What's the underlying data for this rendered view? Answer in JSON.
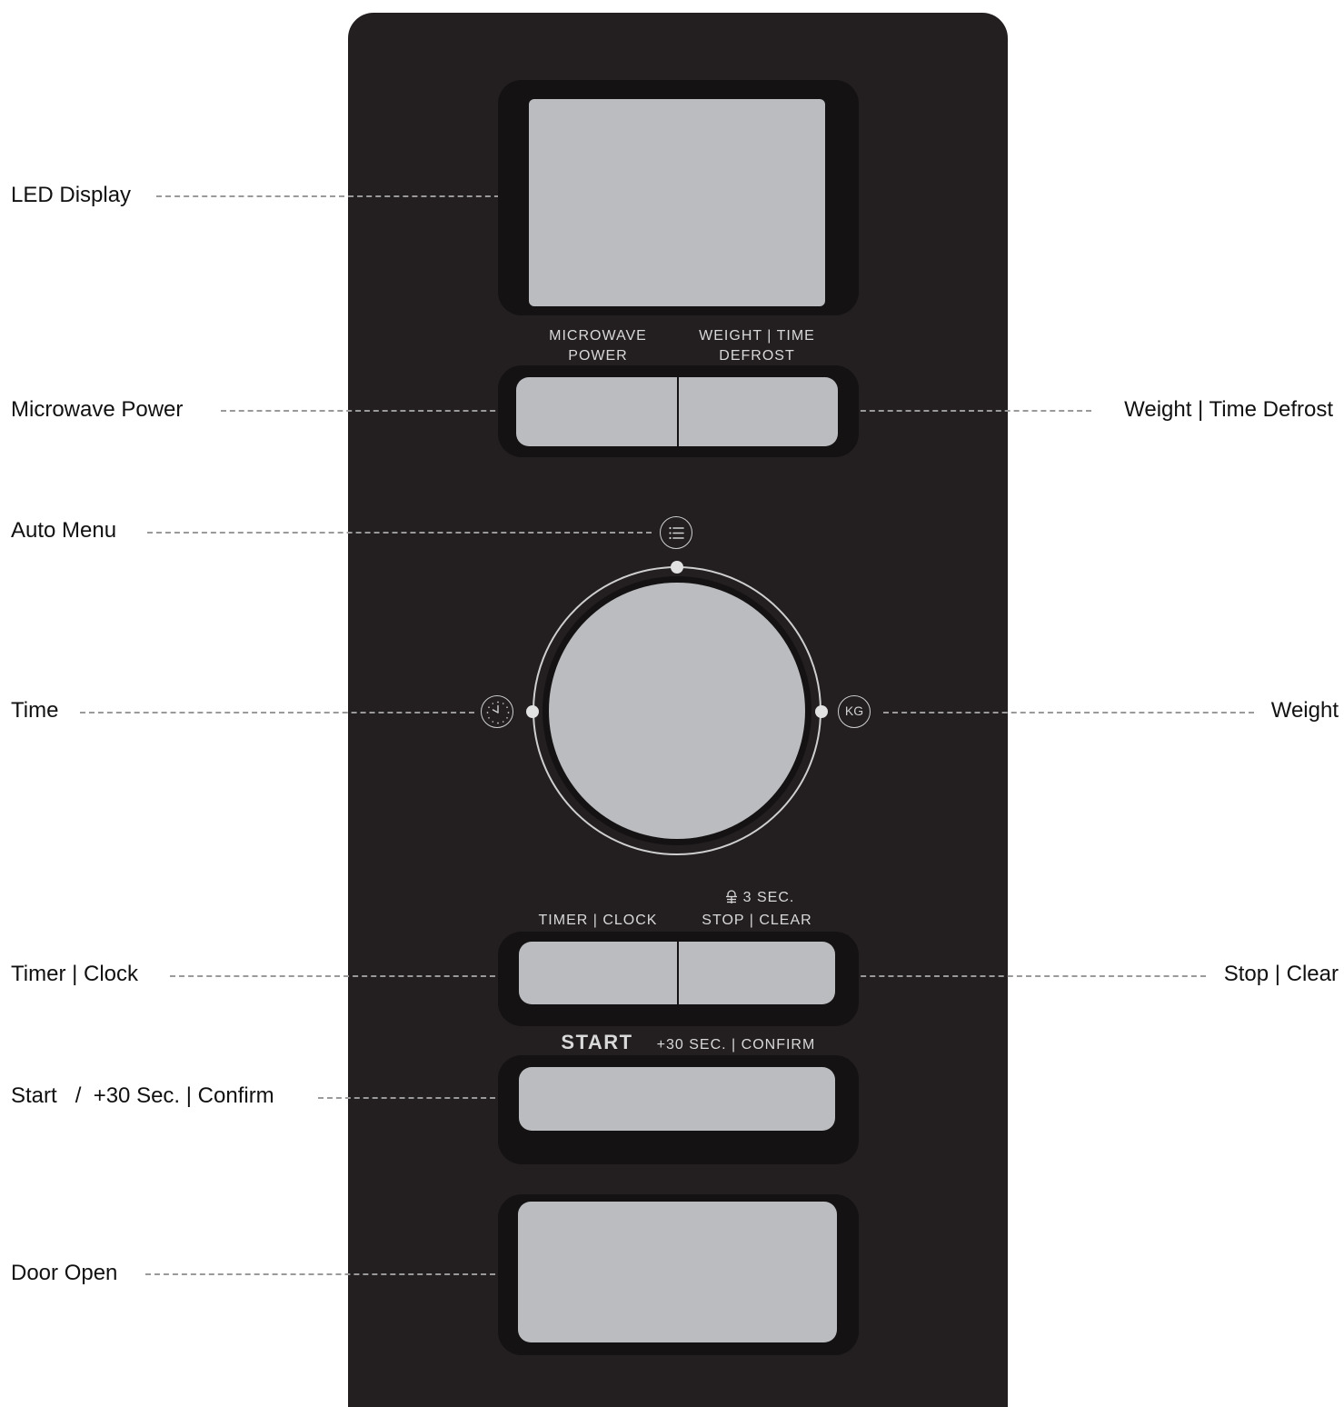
{
  "callouts": {
    "led_display": "LED Display",
    "microwave_power": "Microwave Power",
    "weight_time_defrost": "Weight | Time Defrost",
    "auto_menu": "Auto Menu",
    "time": "Time",
    "weight": "Weight",
    "timer_clock": "Timer | Clock",
    "stop_clear": "Stop | Clear",
    "start_confirm": "Start   /  +30 Sec. | Confirm",
    "door_open": "Door Open"
  },
  "panel": {
    "microwave_power_line1": "MICROWAVE",
    "microwave_power_line2": "POWER",
    "weight_time_line1": "WEIGHT | TIME",
    "weight_time_line2": "DEFROST",
    "lock_text": "3 SEC.",
    "timer_clock": "TIMER | CLOCK",
    "stop_clear": "STOP | CLEAR",
    "start": "START",
    "plus30_confirm": "+30 SEC. | CONFIRM",
    "kg_symbol": "KG"
  },
  "icons": {
    "auto_menu": "list-icon",
    "time": "clock-icon",
    "weight": "kg-icon",
    "child_lock": "lock-icon"
  },
  "colors": {
    "panel": "#231f20",
    "well": "#141213",
    "pad": "#bbbcbf",
    "panel_text": "#d9d9d9",
    "leader": "#9a9a9a"
  }
}
